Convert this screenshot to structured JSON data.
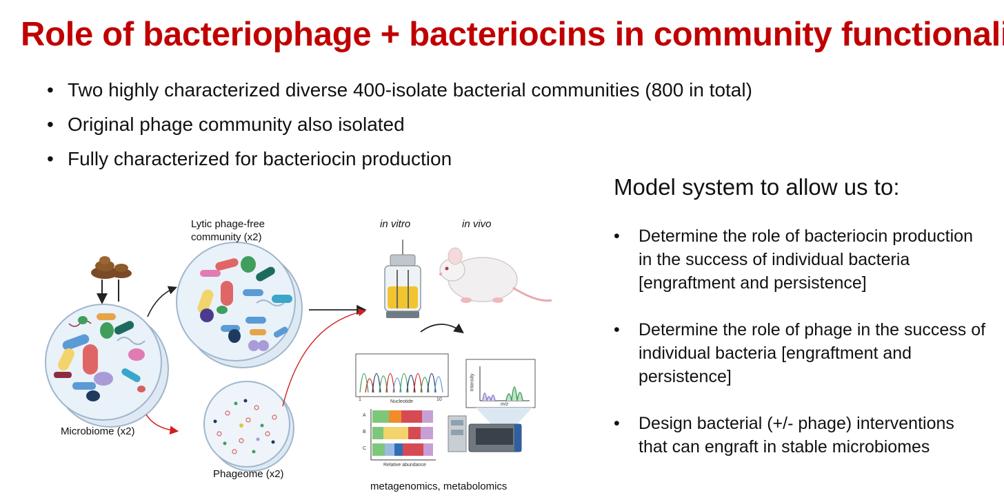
{
  "title": "Role of bacteriophage + bacteriocins in community functionality",
  "bullets": [
    "Two highly characterized diverse 400-isolate bacterial communities (800 in total)",
    "Original phage community also isolated",
    "Fully characterized for bacteriocin production"
  ],
  "model": {
    "heading": "Model system to allow us to:",
    "items": [
      "Determine the role of bacteriocin production in the success of individual bacteria [engraftment and persistence]",
      "Determine the role of phage in the success of individual bacteria [engraftment and persistence]",
      "Design bacterial (+/- phage) interventions that can engraft in stable microbiomes"
    ]
  },
  "figure": {
    "lytic_label": "Lytic phage-free\ncommunity (x2)",
    "microbiome_label": "Microbiome (x2)",
    "phageome_label": "Phageome (x2)",
    "in_vitro": "in vitro",
    "in_vivo": "in vivo",
    "footer": "metagenomics, metabolomics",
    "nucleotide_axis": "Nucleotide",
    "tick_1": "1",
    "tick_10": "10",
    "intensity_axis": "Intensity",
    "mz_axis": "m/z",
    "relative_abundance": "Relative abundance",
    "rows": [
      "A",
      "B",
      "C"
    ]
  },
  "colors": {
    "title": "#c00000"
  }
}
